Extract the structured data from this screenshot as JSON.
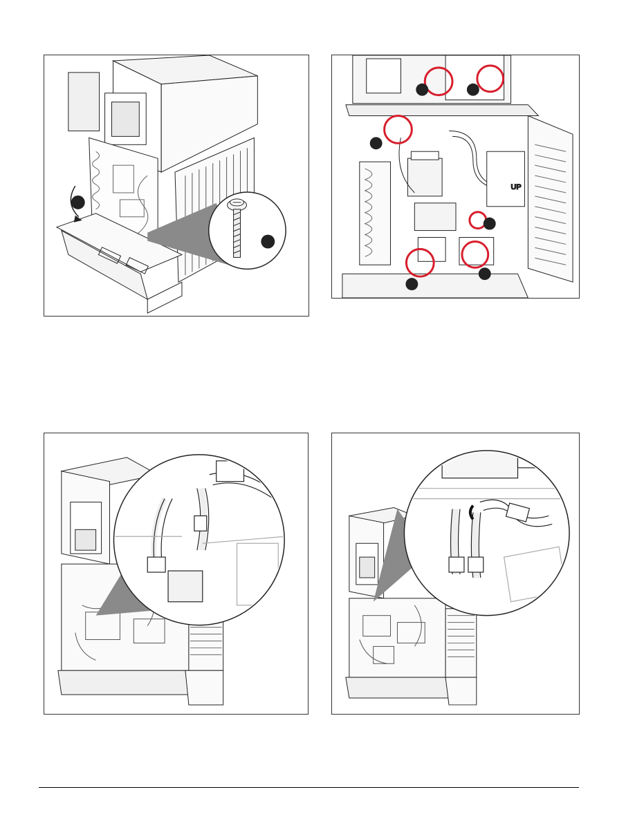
{
  "figures": [
    {
      "id": "fig1",
      "description_label": ""
    },
    {
      "id": "fig2",
      "description_label": ""
    },
    {
      "id": "fig3",
      "description_label": ""
    },
    {
      "id": "fig4",
      "description_label": ""
    }
  ],
  "fig2": {
    "up_text": "UP"
  },
  "colors": {
    "callout_red": "#d81e2c",
    "callout_fill": "#222222",
    "line": "#222222",
    "zoom_gray": "#8a8a8a"
  }
}
